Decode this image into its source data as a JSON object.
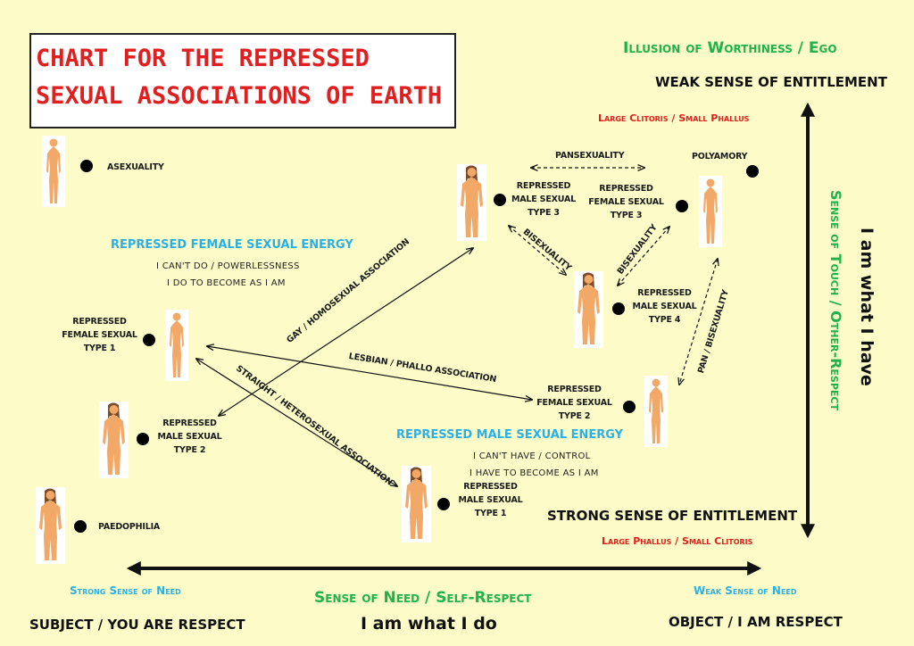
{
  "title": {
    "line1": "CHART FOR THE REPRESSED",
    "line2": "SEXUAL ASSOCIATIONS OF EARTH"
  },
  "top_right": {
    "ego": "Illusion of Worthiness / Ego",
    "weak_entitlement": "WEAK SENSE OF ENTITLEMENT",
    "clitoris": "Large Clitoris / Small Phallus"
  },
  "bottom_right": {
    "strong_entitlement": "STRONG SENSE OF ENTITLEMENT",
    "phallus": "Large Phallus / Small Clitoris"
  },
  "vertical_axis": {
    "label": "Sense of Touch / Other-Respect",
    "statement": "I am what I have"
  },
  "horizontal_axis": {
    "left": "Strong Sense of Need",
    "right": "Weak Sense of Need",
    "center": "Sense of Need / Self-Respect",
    "statement": "I am what I do",
    "subject": "SUBJECT / YOU ARE RESPECT",
    "object": "OBJECT / I AM RESPECT"
  },
  "female_energy": {
    "heading": "REPRESSED FEMALE SEXUAL ENERGY",
    "line1": "I CAN'T DO / POWERLESSNESS",
    "line2": "I DO TO BECOME AS I AM"
  },
  "male_energy": {
    "heading": "REPRESSED  MALE SEXUAL ENERGY",
    "line1": "I CAN'T HAVE / CONTROL",
    "line2": "I HAVE TO BECOME AS I AM"
  },
  "nodes": {
    "asexuality": "ASEXUALITY",
    "paedophilia": "PAEDOPHILIA",
    "polyamory": "POLYAMORY",
    "female1": [
      "REPRESSED",
      "FEMALE SEXUAL",
      "TYPE 1"
    ],
    "female2": [
      "REPRESSED",
      "FEMALE SEXUAL",
      "TYPE 2"
    ],
    "female3": [
      "REPRESSED",
      "FEMALE SEXUAL",
      "TYPE 3"
    ],
    "male1": [
      "REPRESSED",
      "MALE SEXUAL",
      "TYPE 1"
    ],
    "male2": [
      "REPRESSED",
      "MALE SEXUAL",
      "TYPE 2"
    ],
    "male3": [
      "REPRESSED",
      "MALE SEXUAL",
      "TYPE 3"
    ],
    "male4": [
      "REPRESSED",
      "MALE SEXUAL",
      "TYPE 4"
    ]
  },
  "edges": {
    "gay": "GAY / HOMOSEXUAL ASSOCIATION",
    "lesbian": "LESBIAN / PHALLO ASSOCIATION",
    "straight": "STRAIGHT / HETEROSEXUAL ASSOCIATION",
    "pansexuality": "PANSEXUALITY",
    "bisexuality1": "BISEXUALITY",
    "bisexuality2": "BISEXUALITY",
    "panbi": "PAN / BISEXUALITY"
  },
  "colors": {
    "background": "#fdfcc8",
    "title": "#e02020",
    "green": "#1fb34a",
    "blue": "#2bb0e6",
    "red": "#e0201c",
    "skin": "#f2a866"
  }
}
